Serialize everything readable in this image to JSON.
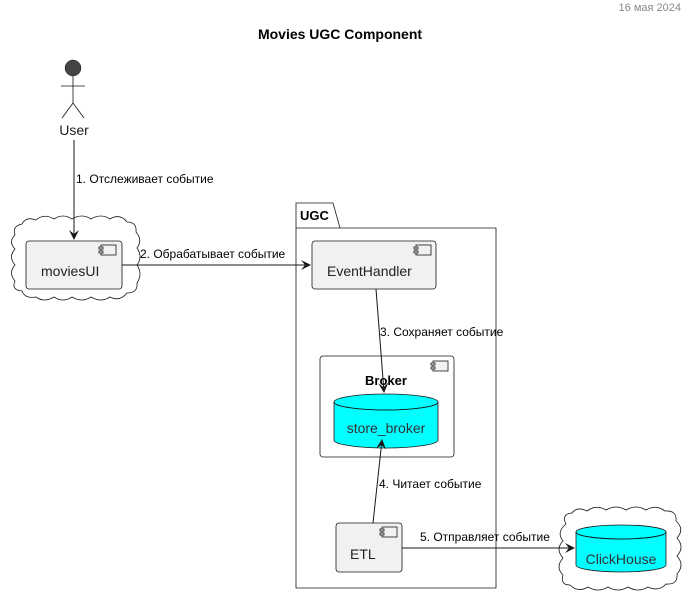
{
  "date": "16 мая 2024",
  "title": "Movies UGC Component",
  "actor": {
    "label": "User"
  },
  "components": {
    "movies_ui": "moviesUI",
    "event_handler": "EventHandler",
    "etl": "ETL"
  },
  "package": {
    "label": "UGC"
  },
  "broker": {
    "label": "Broker",
    "store": "store_broker"
  },
  "clickhouse": {
    "label": "ClickHouse"
  },
  "edges": [
    "1. Отслеживает событие",
    "2. Обрабатывает событие",
    "3. Сохраняет событие",
    "4. Читает событие",
    "5. Отправляет событие"
  ],
  "colors": {
    "database_fill": "#00FFFF",
    "component_fill": "#F1F1F1",
    "border": "#181818"
  }
}
